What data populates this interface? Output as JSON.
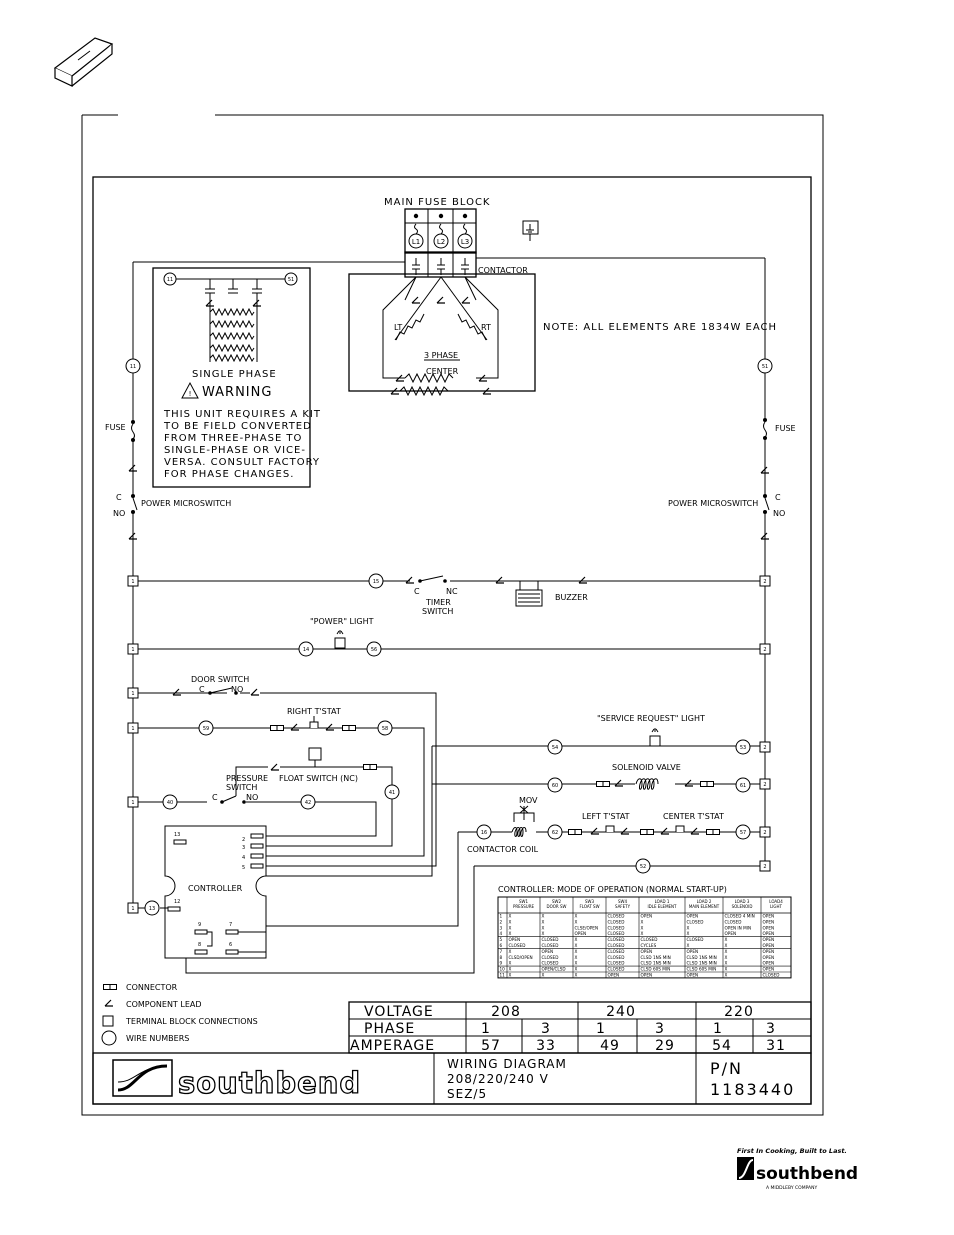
{
  "labels": {
    "main_fuse_block": "MAIN FUSE BLOCK",
    "l1": "L1",
    "l2": "L2",
    "l3": "L3",
    "contactor": "CONTACTOR",
    "lt": "LT",
    "rt": "RT",
    "three_phase": "3 PHASE",
    "center": "CENTER",
    "note": "NOTE:   ALL ELEMENTS ARE 1834W EACH",
    "single_phase": "SINGLE PHASE",
    "warning": "WARNING",
    "warning_lines": [
      "THIS UNIT REQUIRES A KIT",
      "TO BE FIELD CONVERTED",
      "FROM THREE-PHASE TO",
      "SINGLE-PHASE OR VICE-",
      "VERSA. CONSULT FACTORY",
      "FOR PHASE CHANGES."
    ],
    "fuse": "FUSE",
    "power_microswitch": "POWER MICROSWITCH",
    "c": "C",
    "no": "NO",
    "nc": "NC",
    "timer_switch_1": "TIMER",
    "timer_switch_2": "SWITCH",
    "buzzer": "BUZZER",
    "power_light": "\"POWER\" LIGHT",
    "door_switch": "DOOR SWITCH",
    "right_tstat": "RIGHT T'STAT",
    "service_request_light": "\"SERVICE REQUEST\" LIGHT",
    "float_switch": "FLOAT SWITCH (NC)",
    "pressure_switch_1": "PRESSURE",
    "pressure_switch_2": "SWITCH",
    "solenoid_valve": "SOLENOID VALVE",
    "mov": "MOV",
    "left_tstat": "LEFT T'STAT",
    "center_tstat": "CENTER T'STAT",
    "contactor_coil": "CONTACTOR COIL",
    "controller": "CONTROLLER",
    "controller_mode": "CONTROLLER: MODE OF OPERATION (NORMAL START-UP)"
  },
  "wire_numbers": {
    "w11": "11",
    "w51": "51",
    "w15": "15",
    "w14": "14",
    "w56": "56",
    "w59": "59",
    "w58": "58",
    "w54": "54",
    "w53": "53",
    "w60": "60",
    "w61": "61",
    "w40": "40",
    "w42": "42",
    "w41": "41",
    "w16": "16",
    "w62": "62",
    "w57": "57",
    "w52": "52",
    "w13": "13",
    "t1": "1",
    "t2": "2"
  },
  "controller_pins": {
    "p13": "13",
    "p12": "12",
    "p2": "2",
    "p3": "3",
    "p4": "4",
    "p5": "5",
    "p9": "9",
    "p7": "7",
    "p8": "8",
    "p6": "6"
  },
  "legend": [
    {
      "symbol": "connector",
      "label": "CONNECTOR"
    },
    {
      "symbol": "component-lead",
      "label": "COMPONENT LEAD"
    },
    {
      "symbol": "terminal-block",
      "label": "TERMINAL BLOCK CONNECTIONS"
    },
    {
      "symbol": "wire-number",
      "label": "WIRE NUMBERS"
    }
  ],
  "electrical_table": {
    "voltage_label": "VOLTAGE",
    "phase_label": "PHASE",
    "amperage_label": "AMPERAGE",
    "voltages": [
      "208",
      "240",
      "220"
    ],
    "phases": [
      "1",
      "3",
      "1",
      "3",
      "1",
      "3"
    ],
    "amperages": [
      "57",
      "33",
      "49",
      "29",
      "54",
      "31"
    ]
  },
  "mode_table": {
    "headers": [
      [
        "",
        ""
      ],
      [
        "SW1",
        "PRESSURE"
      ],
      [
        "SW2",
        "DOOR SW"
      ],
      [
        "SW3",
        "FLOAT SW"
      ],
      [
        "SW4",
        "SAFETY"
      ],
      [
        "LOAD 1",
        "IDLE ELEMENT"
      ],
      [
        "LOAD 2",
        "MAIN ELEMENT"
      ],
      [
        "LOAD 3",
        "SOLENOID"
      ],
      [
        "LOAD4",
        "LIGHT"
      ]
    ],
    "rows": [
      [
        "1",
        "X",
        "X",
        "X",
        "CLOSED",
        "OPEN",
        "OPEN",
        "CLOSED 4 MIN",
        "OPEN"
      ],
      [
        "2",
        "X",
        "X",
        "X",
        "CLOSED",
        "X",
        "CLOSED",
        "CLOSED",
        "OPEN"
      ],
      [
        "3",
        "X",
        "X",
        "CLSE/OPEN",
        "CLOSED",
        "X",
        "X",
        "OPEN IN MIN",
        "OPEN"
      ],
      [
        "4",
        "X",
        "X",
        "OPEN",
        "CLOSED",
        "X",
        "X",
        "OPEN",
        "OPEN"
      ],
      [
        "5",
        "OPEN",
        "CLOSED",
        "X",
        "CLOSED",
        "CLOSED",
        "CLOSED",
        "X",
        "OPEN"
      ],
      [
        "6",
        "CLOSED",
        "CLOSED",
        "X",
        "CLOSED",
        "CYCLES",
        "X",
        "X",
        "OPEN"
      ],
      [
        "7",
        "X",
        "OPEN",
        "X",
        "CLOSED",
        "OPEN",
        "OPEN",
        "X",
        "OPEN"
      ],
      [
        "8",
        "CLSD/OPEN",
        "CLOSED",
        "X",
        "CLOSED",
        "CLSD 1NS MIN",
        "CLSD 1NS MIN",
        "X",
        "OPEN"
      ],
      [
        "9",
        "X",
        "CLOSED",
        "X",
        "CLOSED",
        "CLSD 1NS MIN",
        "CLSD 1NS MIN",
        "X",
        "OPEN"
      ],
      [
        "10",
        "X",
        "OPEN/CLSD",
        "X",
        "CLOSED",
        "CLSD 60S MIN",
        "CLSD 60S MIN",
        "X",
        "OPEN"
      ],
      [
        "11",
        "X",
        "X",
        "X",
        "OPEN",
        "OPEN",
        "OPEN",
        "X",
        "CLOSED"
      ]
    ]
  },
  "title_block": {
    "logo_text": "southbend",
    "title_1": "WIRING DIAGRAM",
    "title_2": "208/220/240 V",
    "title_3": "SEZ/5",
    "pn_label": "P/N",
    "pn_value": "1183440"
  },
  "footer_logo": {
    "tagline": "First In Cooking, Built to Last.",
    "brand": "southbend",
    "subtitle": "A MIDDLEBY COMPANY"
  }
}
